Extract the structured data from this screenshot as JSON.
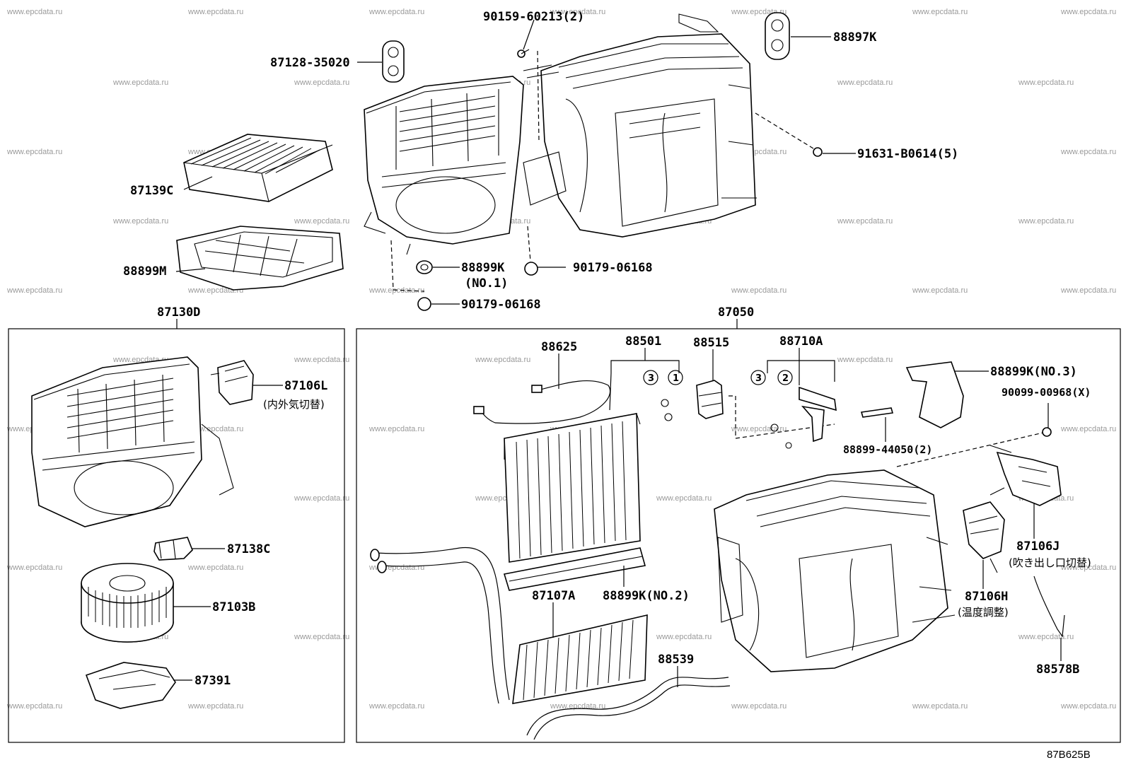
{
  "diagram": {
    "figure_code": "87B625B",
    "watermark": "www.epcdata.ru",
    "top_parts": {
      "p90159": "90159-60213(2)",
      "p87128": "87128-35020",
      "p88897K": "88897K",
      "p87139C": "87139C",
      "p91631": "91631-B0614(5)",
      "p88899M": "88899M",
      "p88899K": "88899K",
      "p88899K_note": "(NO.1)",
      "p90179_a": "90179-06168",
      "p90179_b": "90179-06168"
    },
    "left_box": {
      "header": "87130D",
      "p87106L": "87106L",
      "p87106L_note": "(内外気切替)",
      "p87138C": "87138C",
      "p87103B": "87103B",
      "p87391": "87391"
    },
    "right_box": {
      "header": "87050",
      "p88625": "88625",
      "p88501": "88501",
      "p88515": "88515",
      "p88710A": "88710A",
      "p88899K3": "88899K(NO.3)",
      "p90099": "90099-00968(X)",
      "p88899_44050": "88899-44050(2)",
      "p87106J": "87106J",
      "p87106J_note": "(吹き出し口切替)",
      "p87107A": "87107A",
      "p88899K2": "88899K(NO.2)",
      "p87106H": "87106H",
      "p87106H_note": "(温度調整)",
      "p88539": "88539",
      "p88578B": "88578B",
      "circles": [
        "3",
        "1",
        "3",
        "2"
      ]
    }
  }
}
